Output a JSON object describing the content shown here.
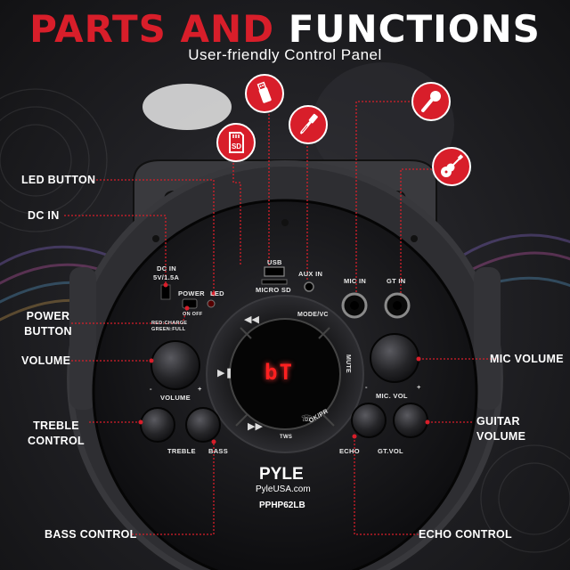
{
  "header": {
    "title_part1": "PARTS AND",
    "title_part2": "FUNCTIONS",
    "subtitle": "User-friendly Control Panel"
  },
  "callouts": {
    "led_button": "LED BUTTON",
    "dc_in": "DC IN",
    "power_button": "POWER BUTTON",
    "volume": "VOLUME",
    "treble_control": "TREBLE CONTROL",
    "bass_control": "BASS CONTROL",
    "mic_volume": "MIC VOLUME",
    "guitar_volume": "GUITAR VOLUME",
    "echo_control": "ECHO CONTROL"
  },
  "panel": {
    "dc_in": "DC IN",
    "dc_spec": "5V/1.5A",
    "power": "POWER",
    "led": "LED",
    "red_charge": "RED:CHARGE",
    "green_full": "GREEN:FULL",
    "on_off": "ON  OFF",
    "usb": "USB",
    "micro_sd": "MICRO SD",
    "aux_in": "AUX IN",
    "mic_in": "MIC IN",
    "gt_in": "GT IN",
    "mode_vc": "MODE/VC",
    "mute": "MUTE",
    "ok_pr": "OK/PR",
    "tws": "TWS",
    "volume": "VOLUME",
    "mic_vol": "MIC. VOL",
    "treble": "TREBLE",
    "bass": "BASS",
    "echo": "ECHO",
    "gt_vol": "GT.VOL",
    "minus": "-",
    "plus": "+",
    "display_text": "bT",
    "brand": "PYLE",
    "brand_url": "PyleUSA.com",
    "model": "PPHP62LB"
  },
  "badges": {
    "sd_label": "SD"
  },
  "icons": [
    "sd-card-icon",
    "usb-icon",
    "audio-jack-icon",
    "microphone-icon",
    "guitar-icon",
    "play-pause-icon",
    "previous-icon",
    "next-icon",
    "phone-icon"
  ],
  "colors": {
    "accent": "#d81e2a",
    "display": "#ff2020",
    "text": "#ffffff"
  }
}
